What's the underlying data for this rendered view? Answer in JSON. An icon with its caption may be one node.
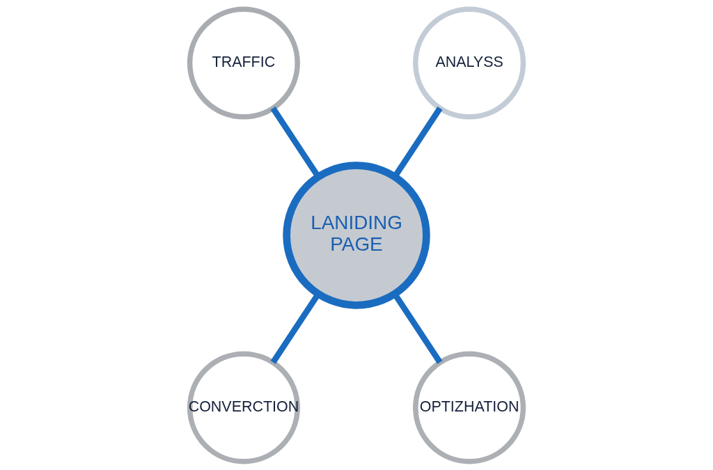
{
  "diagram": {
    "nodes": [
      {
        "text": [
          "LANIDING PAGE"
        ]
      },
      {
        "text": [
          "TRAFFIC"
        ]
      },
      {
        "text": [
          "ANALYSS"
        ]
      },
      {
        "text": [
          "CONVERCTION"
        ]
      },
      {
        "text": [
          "OPTIZHATION"
        ]
      }
    ],
    "edges": [
      {
        "from": 1,
        "to": 0,
        "arrow": "none"
      },
      {
        "from": 2,
        "to": 0,
        "arrow": "none"
      },
      {
        "from": 0,
        "to": 3,
        "arrow": "none"
      },
      {
        "from": 0,
        "to": 4,
        "arrow": "none"
      }
    ]
  }
}
